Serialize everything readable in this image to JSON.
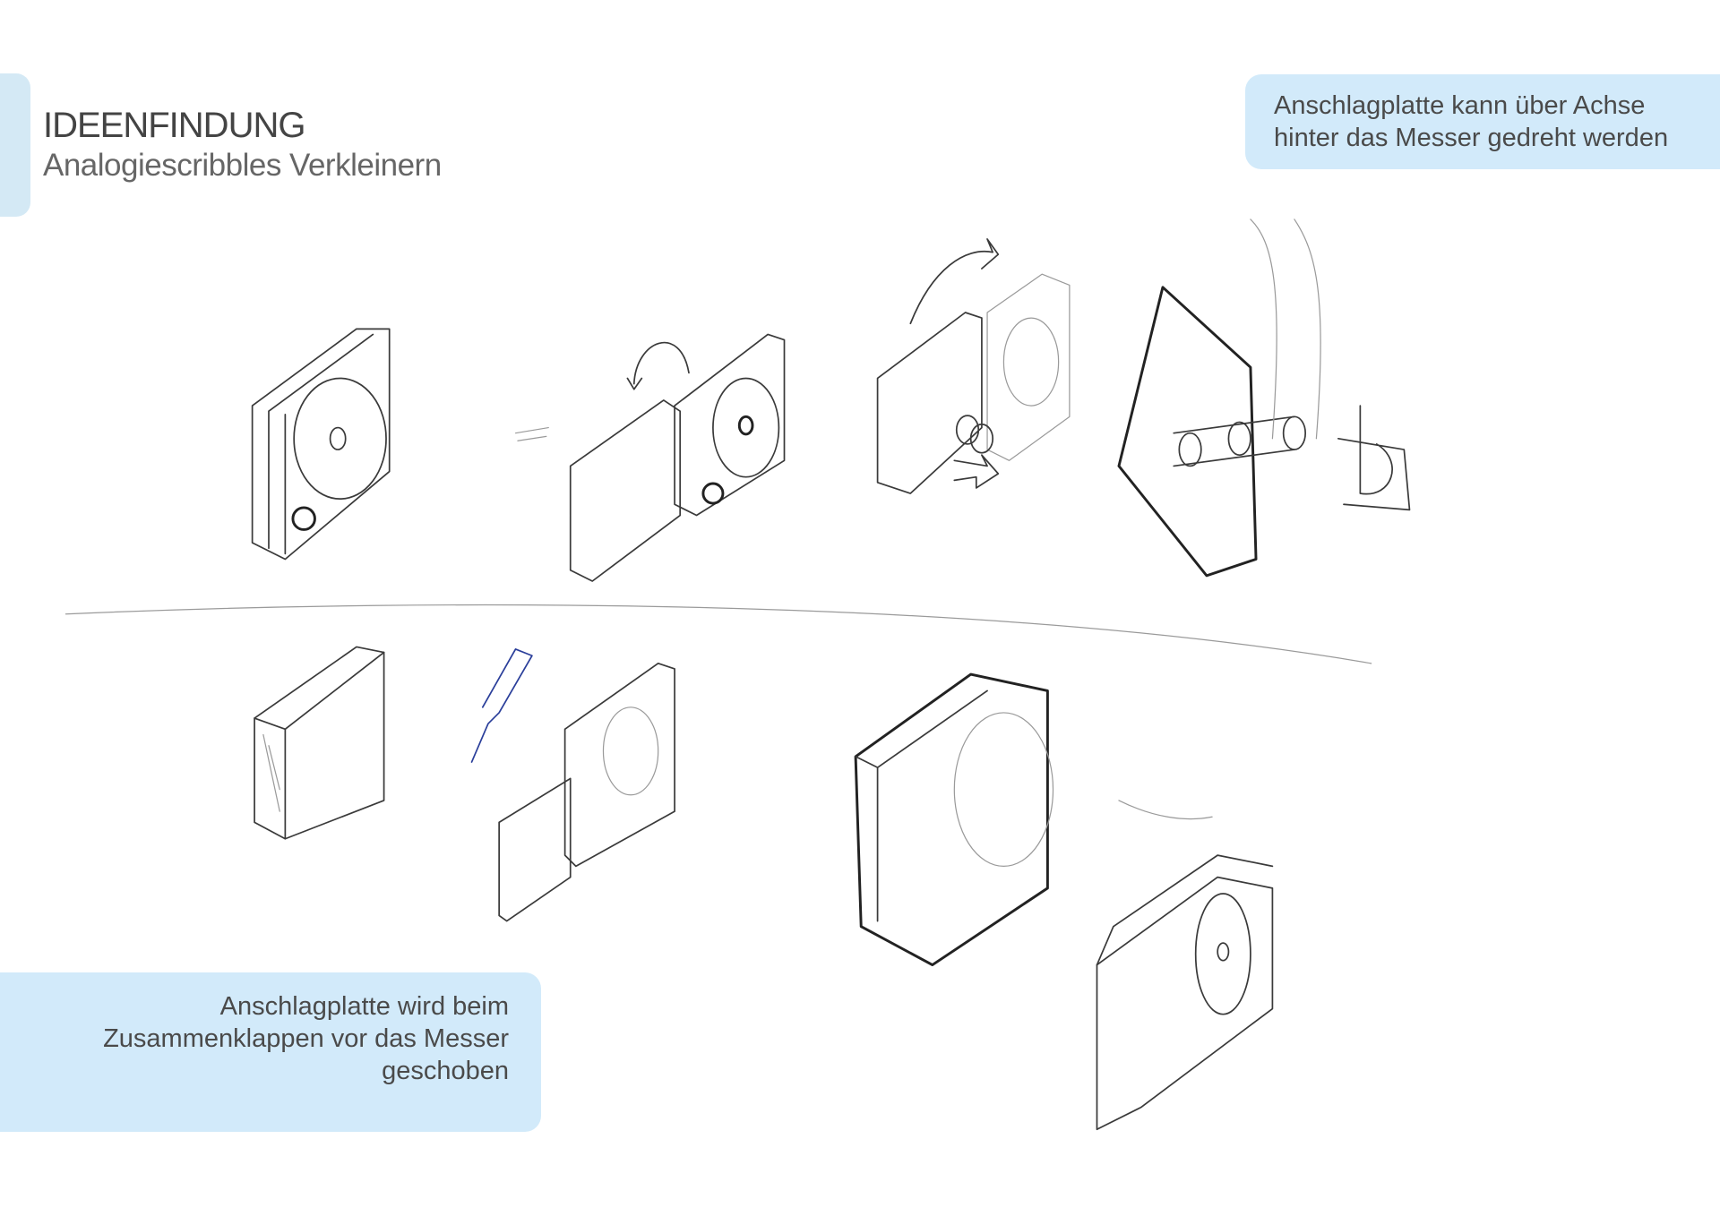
{
  "header": {
    "title": "IDEENFINDUNG",
    "subtitle": "Analogiescribbles Verkleinern"
  },
  "notes": {
    "top_right": [
      "Anschlagplatte kann über Achse",
      "hinter das Messer gedreht werden"
    ],
    "bottom_left": [
      "Anschlagplatte wird beim",
      "Zusammenklappen vor das Messer",
      "geschoben"
    ]
  },
  "colors": {
    "note_background": "#d2eafa",
    "text": "#4a4a4a"
  }
}
